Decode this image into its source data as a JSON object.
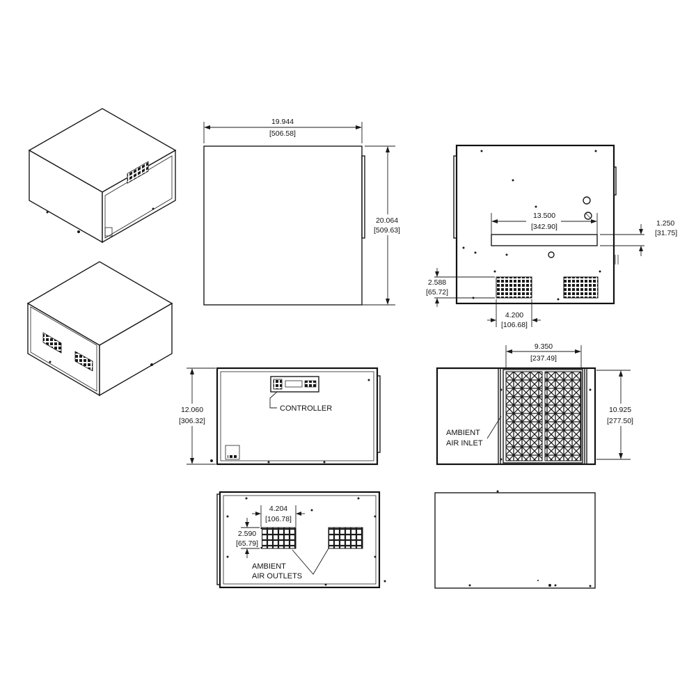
{
  "views": {
    "top": {
      "width_in": "19.944",
      "width_mm": "[506.58]",
      "height_in": "20.064",
      "height_mm": "[509.63]"
    },
    "rear_top": {
      "slot_width_in": "13.500",
      "slot_width_mm": "[342.90]",
      "slot_height_in": "1.250",
      "slot_height_mm": "[31.75]",
      "vent_height_in": "2.588",
      "vent_height_mm": "[65.72]",
      "vent_width_in": "4.200",
      "vent_width_mm": "[106.68]"
    },
    "front": {
      "height_in": "12.060",
      "height_mm": "[306.32]",
      "controller_label": "CONTROLLER"
    },
    "side": {
      "inlet_width_in": "9.350",
      "inlet_width_mm": "[237.49]",
      "inlet_height_in": "10.925",
      "inlet_height_mm": "[277.50]",
      "inlet_label_1": "AMBIENT",
      "inlet_label_2": "AIR INLET"
    },
    "rear": {
      "outlet_width_in": "4.204",
      "outlet_width_mm": "[106.78]",
      "outlet_height_in": "2.590",
      "outlet_height_mm": "[65.79]",
      "outlet_label_1": "AMBIENT",
      "outlet_label_2": "AIR OUTLETS"
    }
  }
}
